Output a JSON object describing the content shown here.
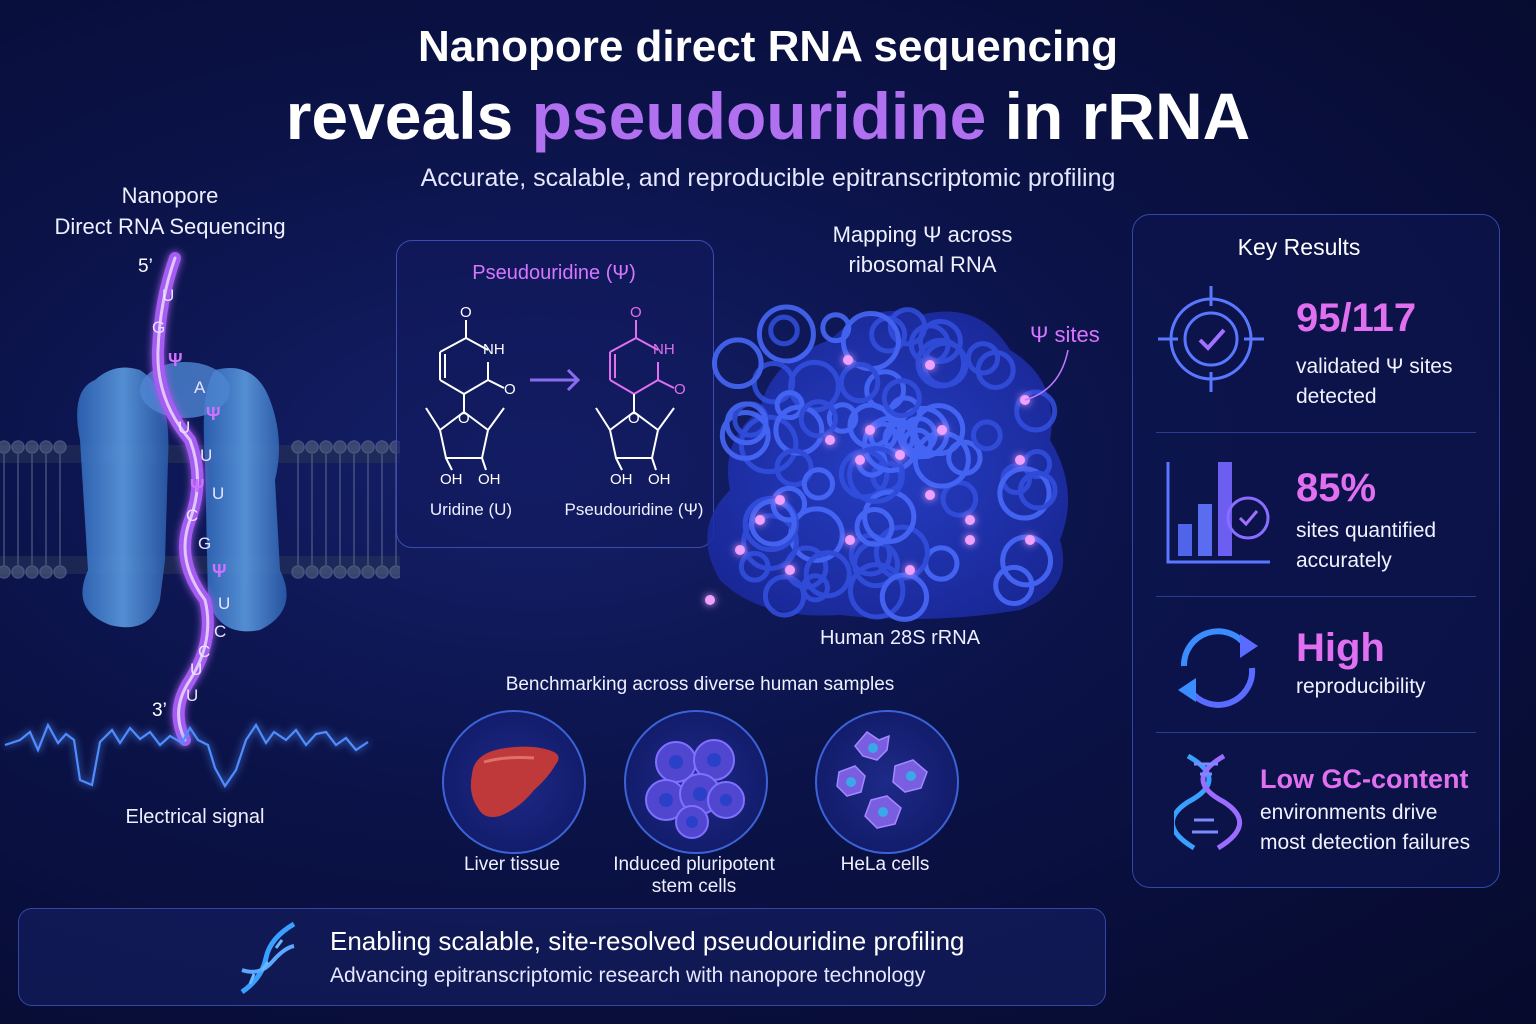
{
  "header": {
    "title_line1": "Nanopore direct RNA sequencing",
    "title_line2_prefix": "reveals ",
    "title_line2_highlight": "pseudouridine",
    "title_line2_suffix": " in rRNA",
    "subtitle": "Accurate, scalable, and reproducible epitranscriptomic profiling"
  },
  "nanopore": {
    "title_line1": "Nanopore",
    "title_line2": "Direct RNA Sequencing",
    "end_5": "5’",
    "end_3": "3’",
    "sequence": [
      "U",
      "G",
      "Ψ",
      "A",
      "Ψ",
      "U",
      "U",
      "Ψ",
      "U",
      "C",
      "G",
      "Ψ",
      "U",
      "C",
      "C",
      "U",
      "U"
    ],
    "signal_label": "Electrical signal"
  },
  "chemistry": {
    "title": "Pseudouridine (Ψ)",
    "left_caption": "Uridine (U)",
    "right_caption": "Pseudouridine (Ψ)",
    "atoms": {
      "O": "O",
      "NH": "NH",
      "OH": "OH"
    }
  },
  "rrna_map": {
    "title_line1": "Mapping Ψ across",
    "title_line2": "ribosomal RNA",
    "sites_label": "Ψ sites",
    "structure_label": "Human 28S rRNA"
  },
  "benchmark": {
    "title": "Benchmarking across diverse human samples",
    "samples": [
      {
        "line1": "Liver tissue",
        "line2": "",
        "icon": "liver-icon"
      },
      {
        "line1": "Induced pluripotent",
        "line2": "stem cells",
        "icon": "stem-cells-icon"
      },
      {
        "line1": "HeLa cells",
        "line2": "",
        "icon": "hela-cells-icon"
      }
    ]
  },
  "key_results": {
    "title": "Key Results",
    "items": [
      {
        "value": "95/117",
        "line1": "validated Ψ sites",
        "line2": "detected",
        "icon": "target-check-icon"
      },
      {
        "value": "85%",
        "line1": "sites quantified",
        "line2": "accurately",
        "icon": "bar-chart-check-icon"
      },
      {
        "value": "High",
        "line1": "reproducibility",
        "line2": "",
        "icon": "refresh-cycle-icon"
      },
      {
        "value": "Low GC-content",
        "line1": "environments drive",
        "line2": "most detection failures",
        "icon": "dna-icon"
      }
    ]
  },
  "banner": {
    "headline": "Enabling scalable, site-resolved pseudouridine profiling",
    "subline": "Advancing epitranscriptomic research with nanopore technology"
  },
  "colors": {
    "accent_purple": "#b070f0",
    "accent_pink": "#d776ff",
    "panel_border": "#3447a8",
    "background": "#0b1247"
  }
}
